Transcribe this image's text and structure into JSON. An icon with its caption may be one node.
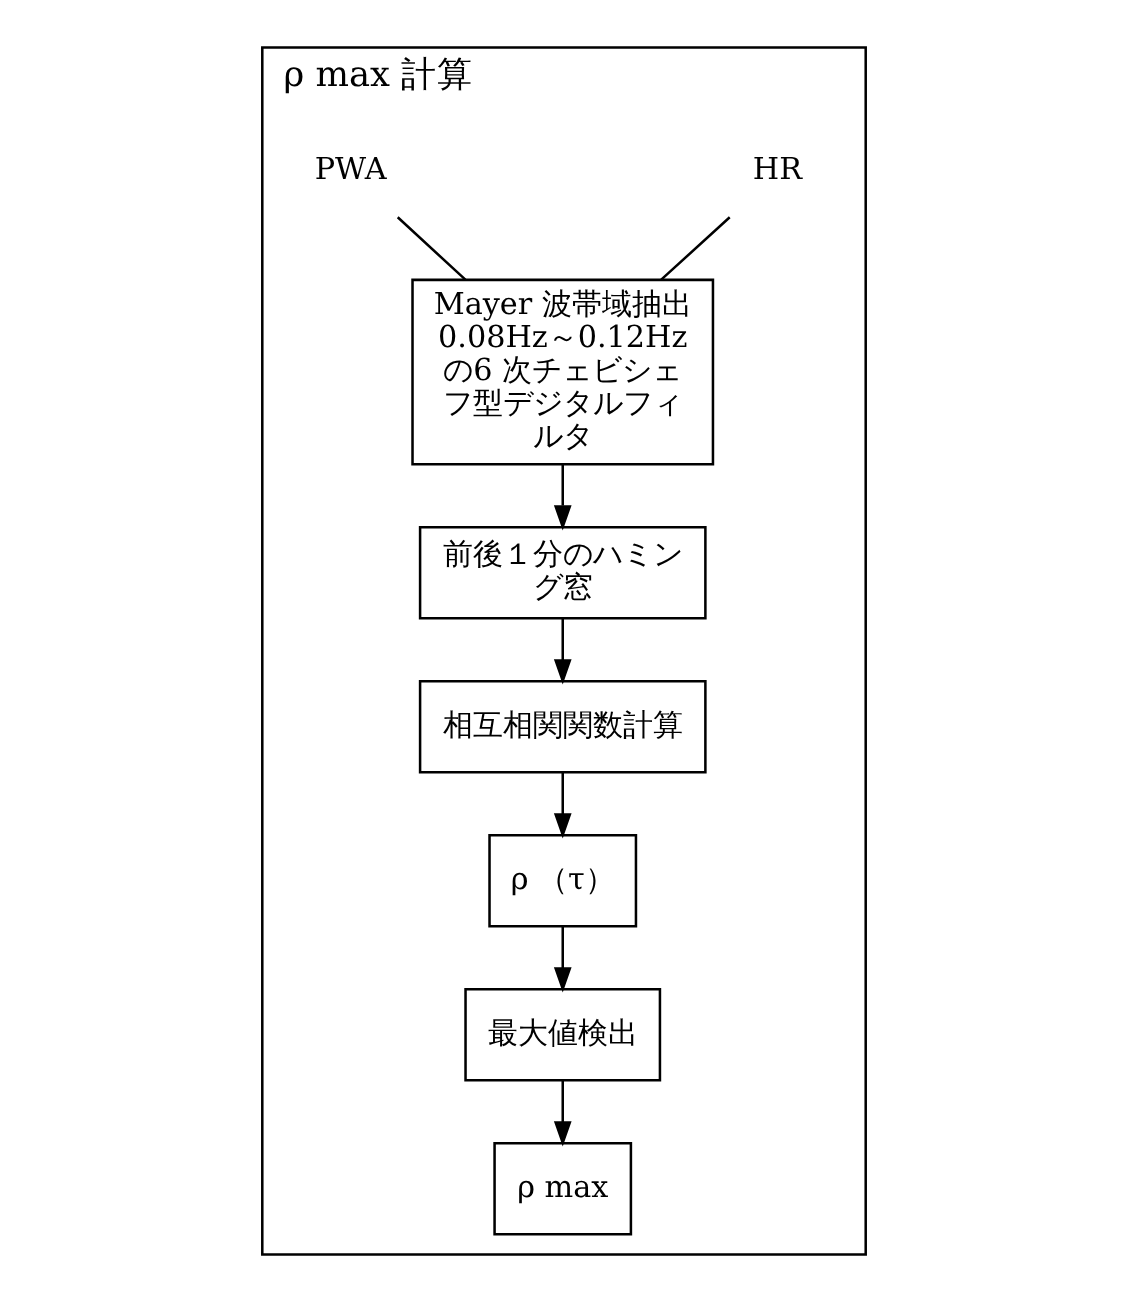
{
  "diagram": {
    "nodes": [
      {
        "text": [
          "ρ max 計算"
        ]
      },
      {
        "text": [
          "HR"
        ],
        "in": 0
      },
      {
        "text": [
          "PWA"
        ],
        "in": 0
      },
      {
        "text": [
          "Mayer 波帯域抽出0.08Hz～0.12Hz の6 次チェビシェフ型デジタルフィルタ"
        ],
        "in": 0
      },
      {
        "text": [
          "前後１分のハミング窓"
        ],
        "in": 0
      },
      {
        "text": [
          "相互相関関数計算"
        ],
        "in": 0
      },
      {
        "text": [
          "ρ （τ）"
        ],
        "in": 0
      },
      {
        "text": [
          "最大値検出"
        ],
        "in": 0
      },
      {
        "text": [
          "ρ max"
        ],
        "in": 0
      }
    ],
    "edges": [
      {
        "from": 1,
        "to": 3,
        "arrow": "none"
      },
      {
        "from": 2,
        "to": 3,
        "arrow": "none"
      },
      {
        "from": 3,
        "to": 4,
        "arrow": "to"
      },
      {
        "from": 4,
        "to": 5,
        "arrow": "to"
      },
      {
        "from": 5,
        "to": 6,
        "arrow": "to"
      },
      {
        "from": 6,
        "to": 7,
        "arrow": "to"
      },
      {
        "from": 7,
        "to": 8,
        "arrow": "to"
      }
    ]
  }
}
